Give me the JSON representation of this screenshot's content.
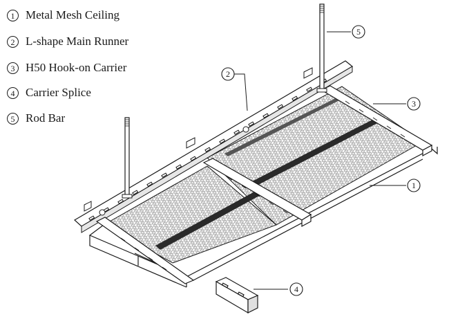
{
  "legend": [
    {
      "num": "1",
      "label": "Metal Mesh Ceiling"
    },
    {
      "num": "2",
      "label": "L-shape Main Runner"
    },
    {
      "num": "3",
      "label": "H50 Hook-on Carrier"
    },
    {
      "num": "4",
      "label": "Carrier Splice"
    },
    {
      "num": "5",
      "label": "Rod Bar"
    }
  ],
  "callouts": [
    {
      "num": "1",
      "target": "Metal Mesh Ceiling"
    },
    {
      "num": "2",
      "target": "L-shape Main Runner"
    },
    {
      "num": "3",
      "target": "H50 Hook-on Carrier"
    },
    {
      "num": "4",
      "target": "Carrier Splice"
    },
    {
      "num": "5",
      "target": "Rod Bar"
    }
  ],
  "colors": {
    "line": "#1a1a1a",
    "mesh": "#9a9a9a",
    "background": "#ffffff"
  }
}
